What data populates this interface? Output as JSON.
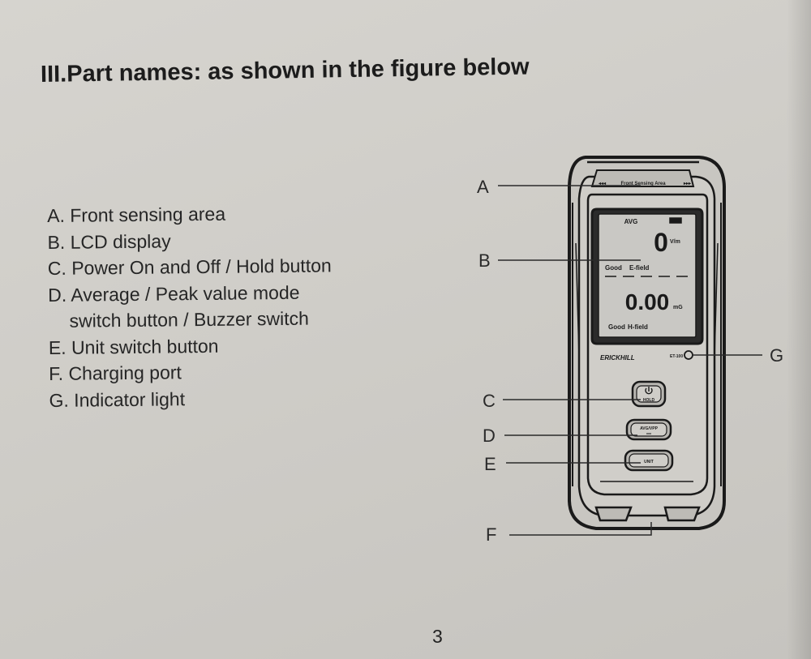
{
  "heading": "III.Part names: as shown in the figure below",
  "parts": [
    {
      "text": "A. Front sensing area"
    },
    {
      "text": "B. LCD display"
    },
    {
      "text": "C. Power On and Off / Hold button"
    },
    {
      "text": "D. Average / Peak value mode"
    },
    {
      "text": "switch button / Buzzer switch"
    },
    {
      "text": "E. Unit switch button"
    },
    {
      "text": "F. Charging port"
    },
    {
      "text": "G. Indicator light"
    }
  ],
  "callouts": {
    "a": "A",
    "b": "B",
    "c": "C",
    "d": "D",
    "e": "E",
    "f": "F",
    "g": "G"
  },
  "device": {
    "sensing_area": "Front Sensing Area",
    "arrows_left": "◂◂◂",
    "arrows_right": "▸▸▸",
    "mode": "AVG",
    "e_value": "0",
    "e_unit": "V/m",
    "e_status": "Good",
    "e_label": "E-field",
    "h_value": "0.00",
    "h_unit": "mG",
    "h_status": "Good",
    "h_label": "H-field",
    "brand": "ERICKHILL",
    "model": "ET-100",
    "hold_label": "HOLD",
    "avg_label": "AVG/VPP",
    "unit_label": "UNIT"
  },
  "page_number": "3",
  "colors": {
    "paper": "#d3d1cc",
    "ink": "#1f1f1f",
    "screen": "#c9c8c4"
  }
}
